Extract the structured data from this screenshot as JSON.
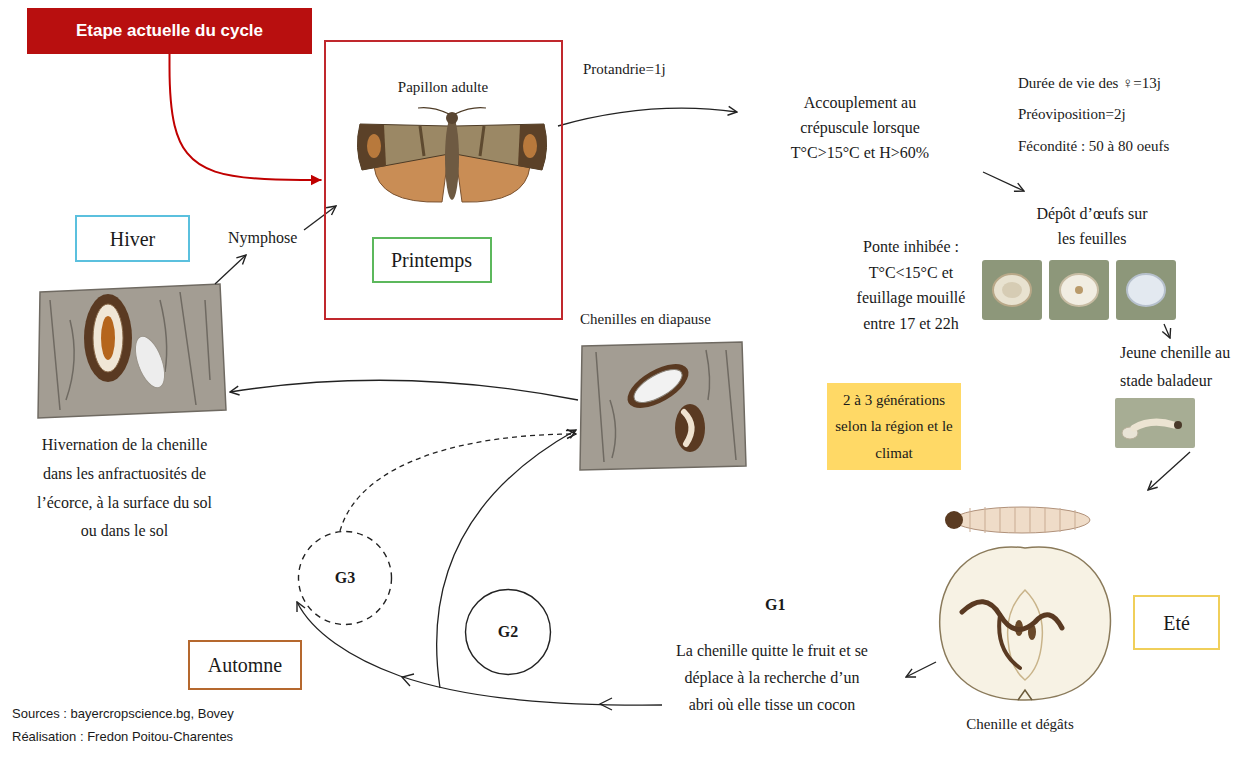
{
  "diagram": {
    "nodes": [
      {
        "text": [
          "Etape actuelle du cycle"
        ]
      },
      {
        "text": [
          "Papillon adulte"
        ]
      },
      {
        "text": [
          "Printemps"
        ],
        "in": 1
      },
      {
        "text": [
          "Hiver"
        ]
      },
      {
        "text": [
          "2 à 3 générations selon la région et le climat"
        ]
      },
      {
        "text": [
          "G3"
        ]
      },
      {
        "text": [
          "G2"
        ]
      },
      {
        "text": [
          "Automne"
        ]
      },
      {
        "text": [
          "Eté"
        ]
      }
    ],
    "edges": [
      {
        "from": 0,
        "to": 1,
        "arrow": "to"
      }
    ],
    "labels": [
      "Protandrie=1j",
      "Accouplement au crépuscule lorsque T°C>15°C et H>60%",
      "Durée de vie des ♀=13j",
      "Préoviposition=2j",
      "Fécondité : 50 à 80 oeufs",
      "Dépôt d’œufs sur les feuilles",
      "Ponte inhibée : T°C<15°C et feuillage mouillé entre 17 et 22h",
      "Jeune chenille au stade baladeur",
      "G1",
      "La chenille quitte le fruit et se déplace à la recherche d’un abri où elle tisse un cocon",
      "Chenille et dégâts",
      "Chenilles en diapause",
      "Hivernation de la chenille dans les anfractuosités de l’écorce, à la surface du sol ou dans le sol",
      "Nymphose",
      "Sources : bayercropscience.bg, Bovey",
      "Réalisation : Fredon Poitou-Charentes"
    ]
  }
}
